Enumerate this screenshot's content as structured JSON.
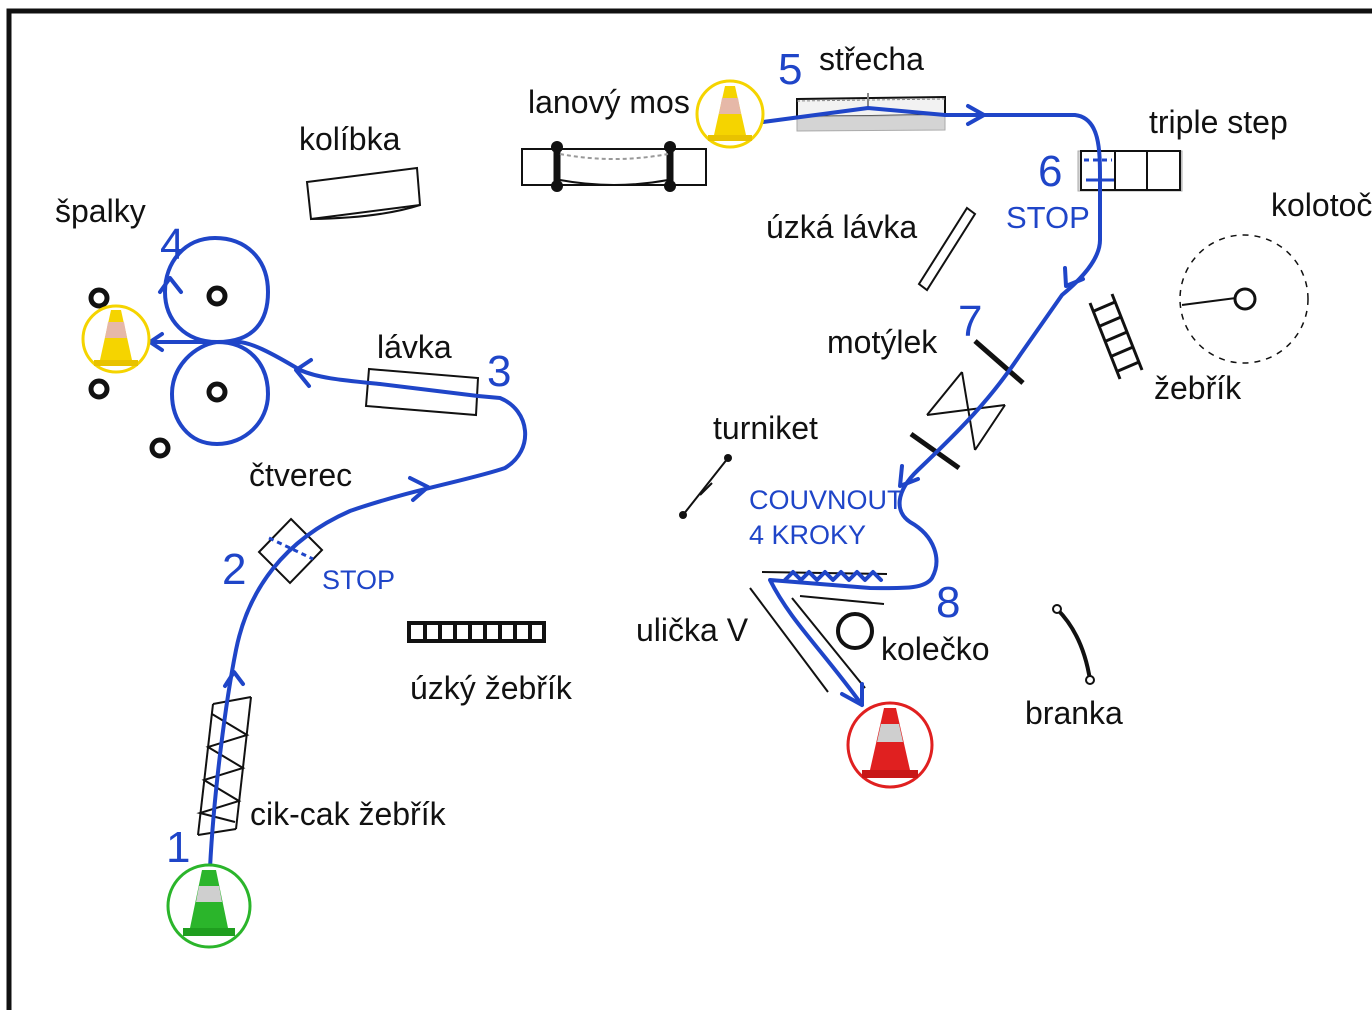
{
  "labels": {
    "lanovy_most": "lanový mos",
    "strecha": "střecha",
    "triple_step": "triple step",
    "kolibka": "kolíbka",
    "spalky": "špalky",
    "uzka_lavka": "úzká lávka",
    "kolotoc": "kolotoč",
    "motylek": "motýlek",
    "zebrik": "žebřík",
    "lavka": "lávka",
    "turniket": "turniket",
    "ctverec": "čtverec",
    "uzky_zebrik": "úzký žebřík",
    "ulicka_v": "ulička V",
    "kolecko": "kolečko",
    "branka": "branka",
    "cik_cak_zebrik": "cik-cak žebřík"
  },
  "notes": {
    "stop_2": "STOP",
    "stop_6": "STOP",
    "couvnout_line1": "COUVNOUT",
    "couvnout_line2": "4 KROKY"
  },
  "steps": [
    "1",
    "2",
    "3",
    "4",
    "5",
    "6",
    "7",
    "8"
  ],
  "colors": {
    "path": "#1f45c8",
    "start_cone": "#2bb52b",
    "checkpoint_cone": "#f5d400",
    "finish_cone": "#e02020"
  }
}
